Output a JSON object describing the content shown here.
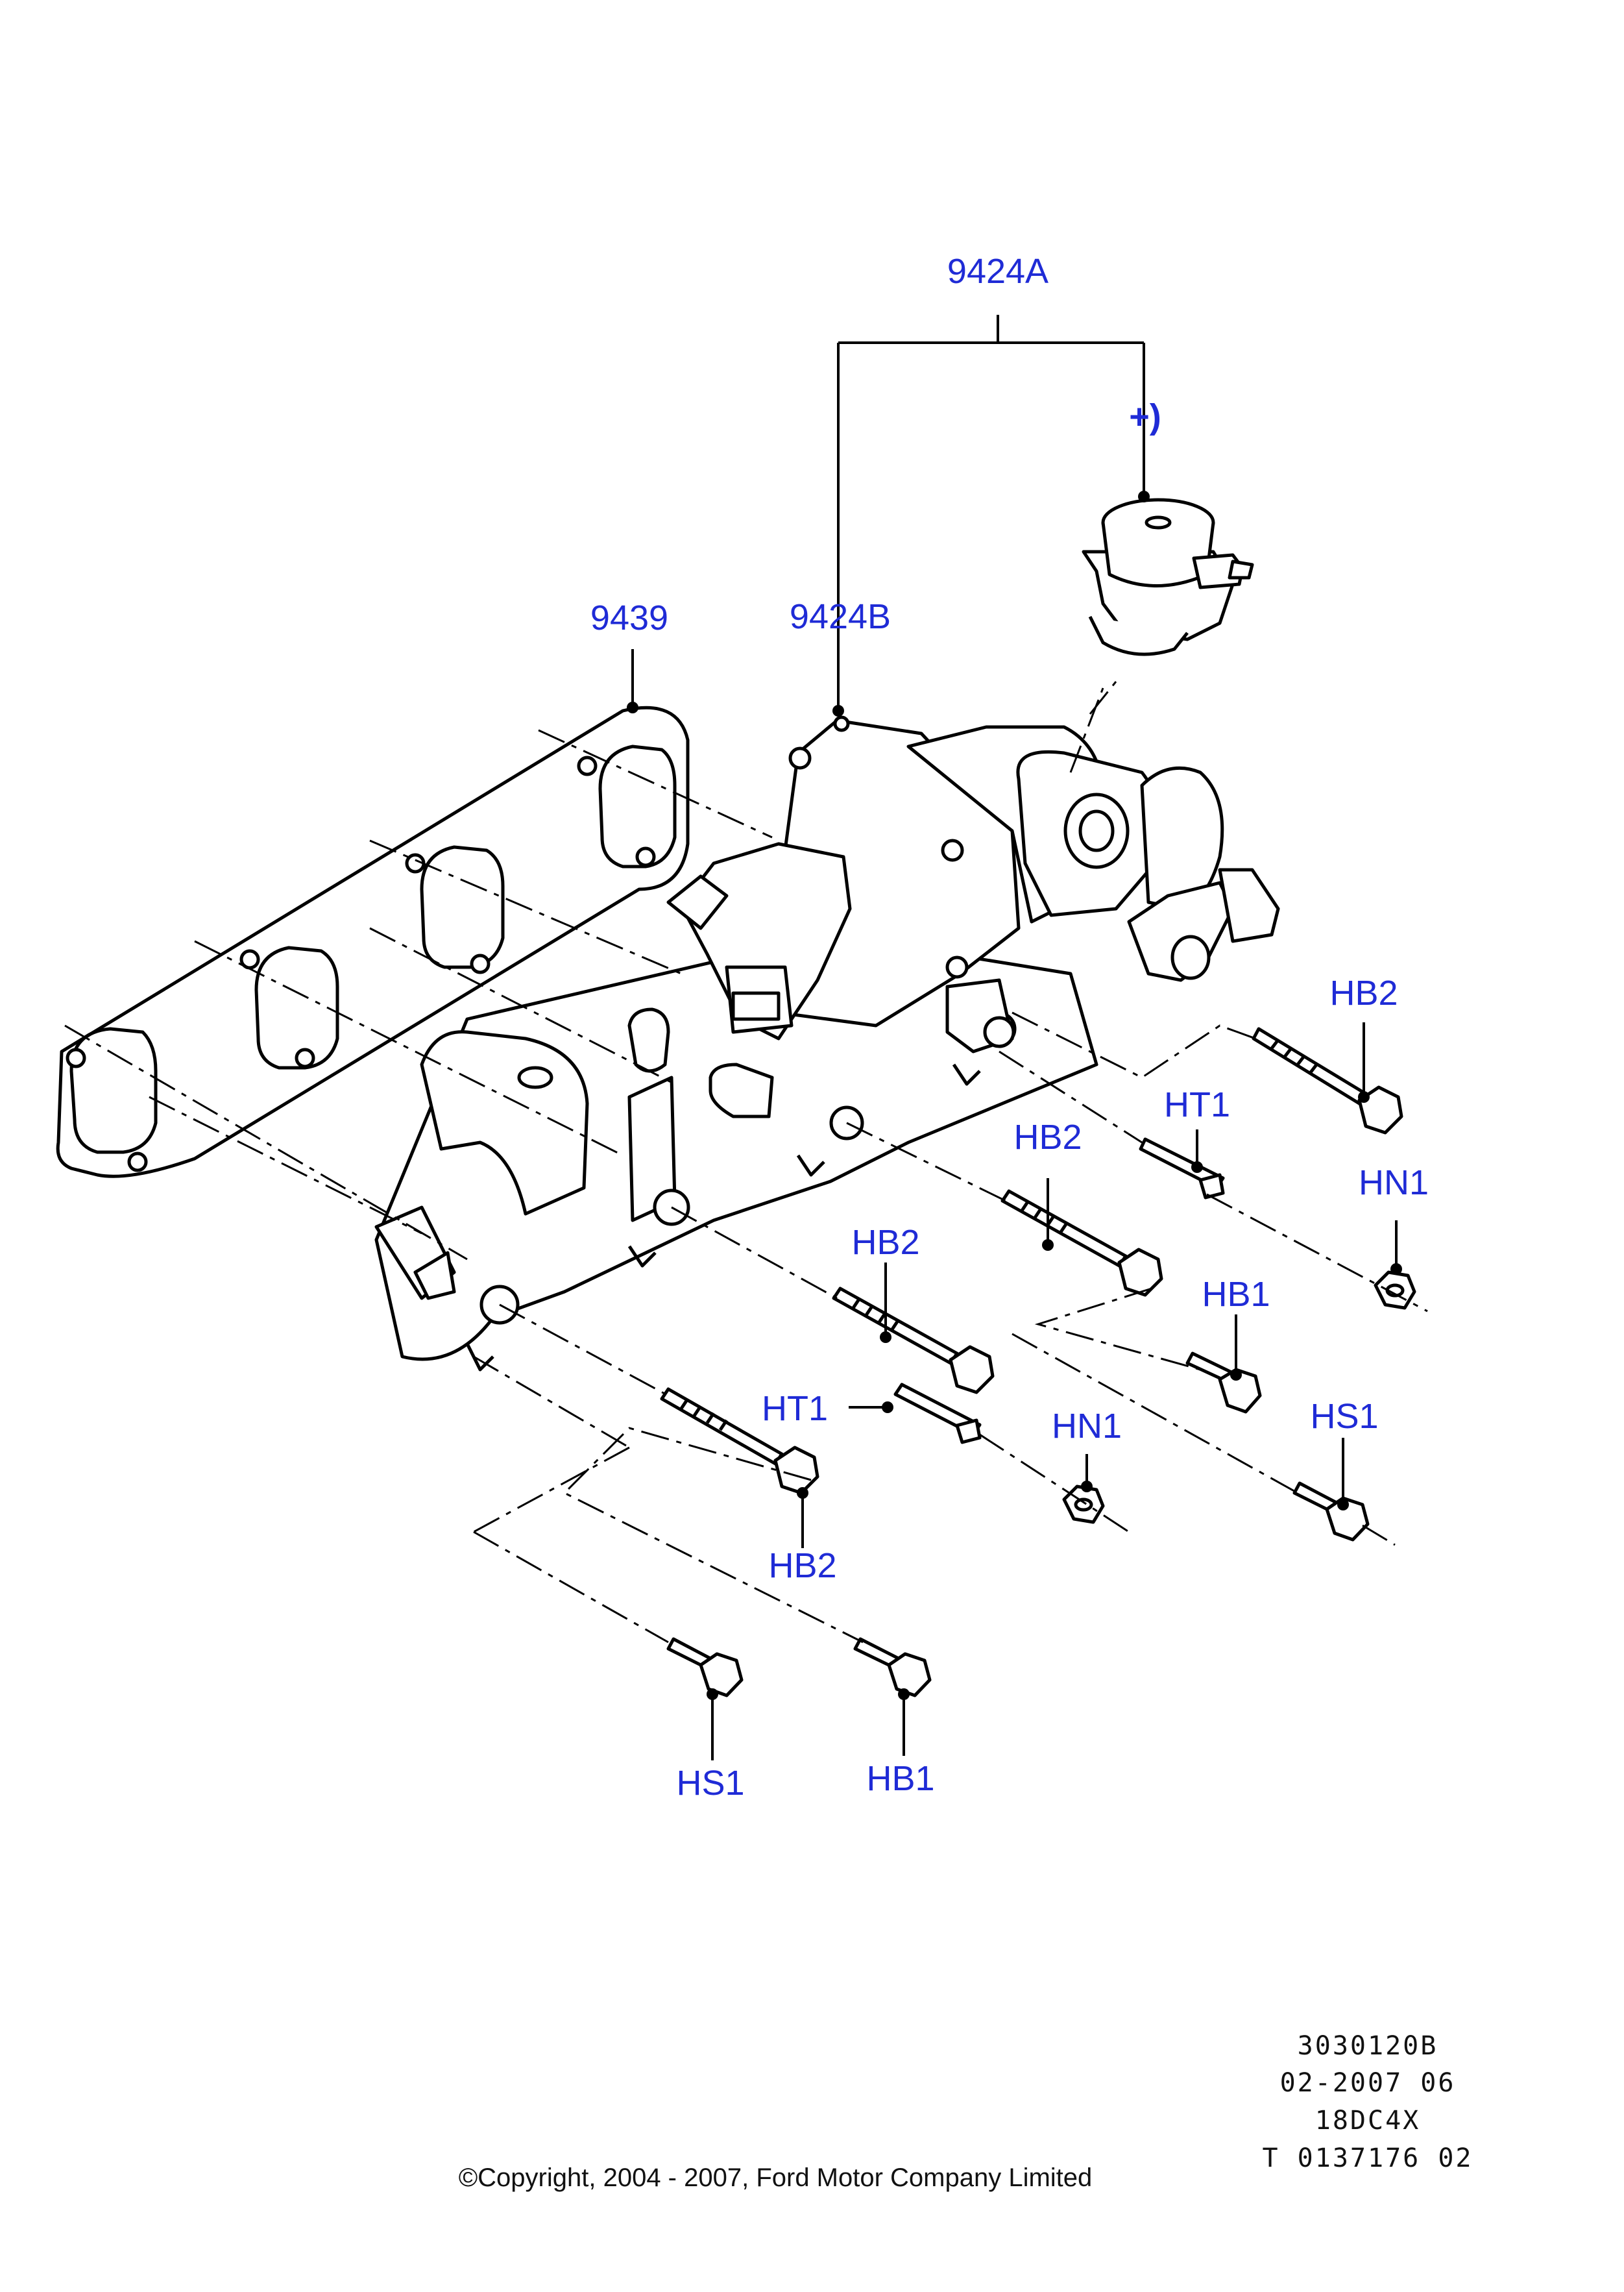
{
  "labels": {
    "l9424A": "9424A",
    "lplus": "+)",
    "l9439": "9439",
    "l9424B": "9424B",
    "lHB2a": "HB2",
    "lHT1a": "HT1",
    "lHN1a": "HN1",
    "lHB2b": "HB2",
    "lHB2c": "HB2",
    "lHB1a": "HB1",
    "lHT1b": "HT1",
    "lHN1b": "HN1",
    "lHS1a": "HS1",
    "lHB2d": "HB2",
    "lHS1b": "HS1",
    "lHB1b": "HB1"
  },
  "ref_block": {
    "line1": "3030120B",
    "line2": "02-2007 06",
    "line3": "18DC4X",
    "line4": "T 0137176 02"
  },
  "copyright": "©Copyright, 2004 - 2007, Ford Motor Company Limited",
  "colors": {
    "label": "#1f2bd6",
    "line": "#000000",
    "background": "#ffffff"
  }
}
